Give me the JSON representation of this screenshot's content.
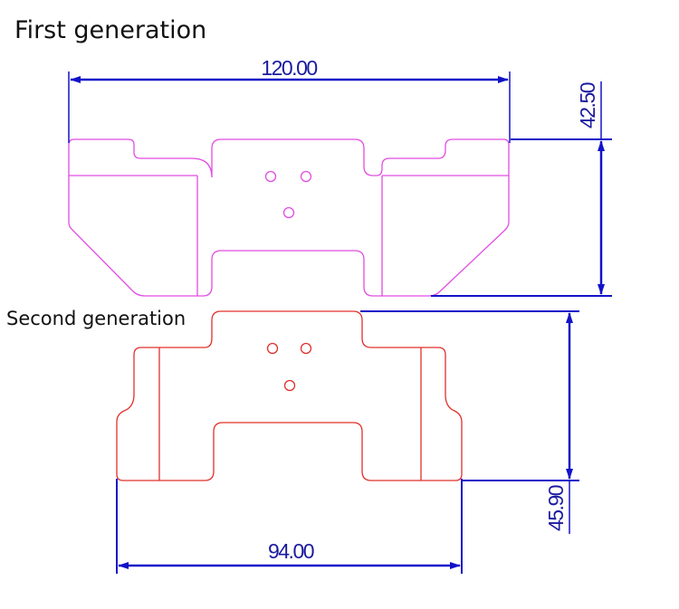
{
  "titles": {
    "first": "First generation",
    "second": "Second generation"
  },
  "dimensions": {
    "first_width": "120.00",
    "first_height": "42.50",
    "second_width": "94.00",
    "second_height": "45.90"
  },
  "colors": {
    "dimension": "#1212c8",
    "first_outline": "#e24ce2",
    "second_outline": "#e0302c"
  }
}
